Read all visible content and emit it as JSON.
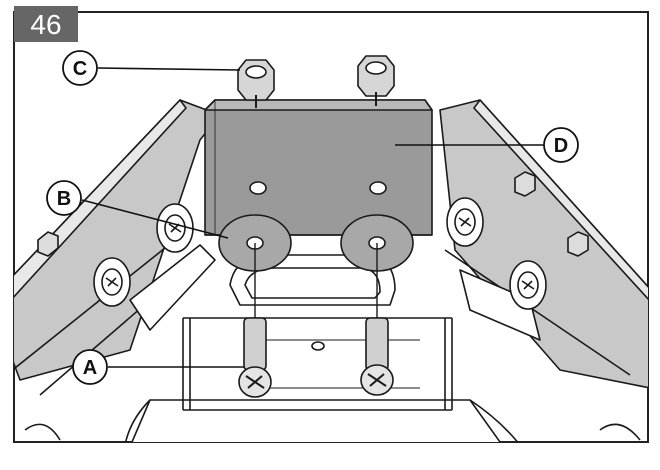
{
  "step": {
    "number": "46"
  },
  "callouts": {
    "a": {
      "label": "A"
    },
    "b": {
      "label": "B"
    },
    "c": {
      "label": "C"
    },
    "d": {
      "label": "D"
    }
  },
  "colors": {
    "step_badge": "#666666",
    "frame": "#222222",
    "plate": "#9a9a9a",
    "washer": "#a8a8a8",
    "panel": "#bdbdbd",
    "line": "#1a1a1a"
  }
}
